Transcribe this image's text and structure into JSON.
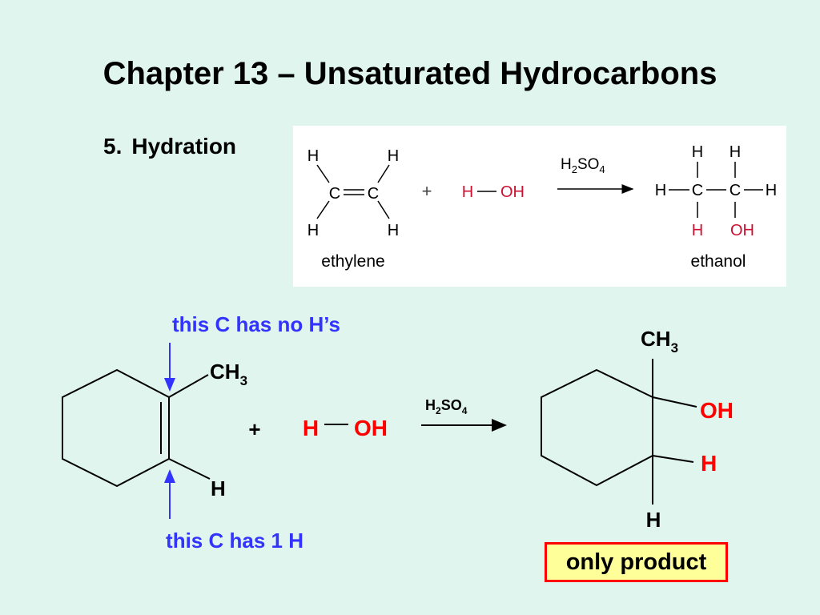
{
  "slide": {
    "title": "Chapter 13 – Unsaturated Hydrocarbons",
    "section_number": "5.",
    "section_title": "Hydration"
  },
  "top_reaction": {
    "reactant1_name": "ethylene",
    "plus": "+",
    "reagent_h": "H",
    "reagent_oh": "OH",
    "catalyst_base": "H",
    "catalyst_sub1": "2",
    "catalyst_mid": "SO",
    "catalyst_sub2": "4",
    "product_name": "ethanol",
    "atom_h": "H",
    "atom_c": "C",
    "atom_oh": "OH"
  },
  "bottom_reaction": {
    "annotation_top": "this C has no H’s",
    "annotation_bottom": "this C has 1 H",
    "methyl_base": "CH",
    "methyl_sub": "3",
    "ring_h": "H",
    "plus": "+",
    "reagent_h": "H",
    "reagent_oh": "OH",
    "catalyst_base": "H",
    "catalyst_sub1": "2",
    "catalyst_mid": "SO",
    "catalyst_sub2": "4",
    "product_oh": "OH",
    "product_h": "H",
    "product_h_bottom": "H",
    "product_label": "only product"
  },
  "colors": {
    "background": "#dff5ee",
    "annotation_blue": "#3333ff",
    "highlight_red": "#ff0000",
    "top_red": "#cc1133",
    "box_fill": "#ffff99"
  }
}
